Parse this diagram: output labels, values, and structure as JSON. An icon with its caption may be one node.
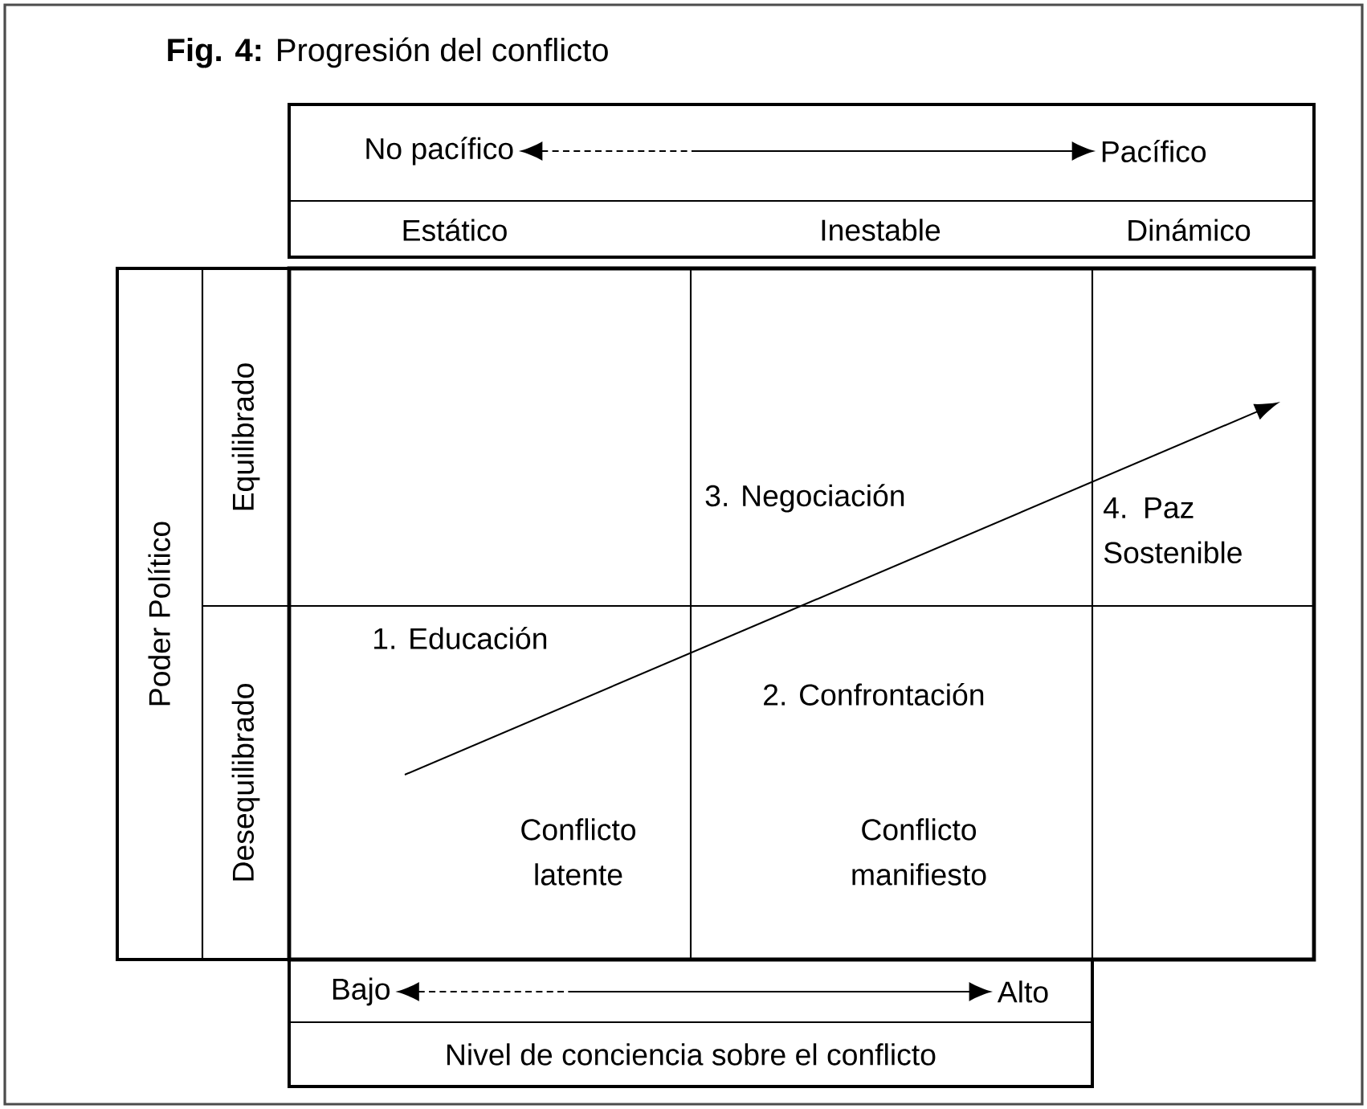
{
  "diagram": {
    "title": "**Fig. 4:** Progresión del conflicto",
    "nodes": [
      {
        "text": [
          "No pacífico"
        ]
      },
      {
        "text": [
          "Pacífico"
        ]
      },
      {
        "text": [
          "Bajo"
        ]
      },
      {
        "text": [
          "Alto"
        ]
      }
    ],
    "edges": [
      {
        "from": 0,
        "to": 1,
        "arrow": "both",
        "style": "dashed"
      },
      {
        "from": 2,
        "to": 3,
        "arrow": "both",
        "style": "dashed"
      }
    ],
    "labels": [
      "Estático",
      "Inestable",
      "Dinámico",
      "Poder Político",
      "Equilibrado",
      "3. Negociación",
      "4. Paz Sostenible",
      "Desequilibrado",
      "1. Educación",
      "2. Confrontación",
      "Conflicto latente",
      "Conflicto manifiesto",
      "Nivel de conciencia sobre el conflicto"
    ]
  }
}
